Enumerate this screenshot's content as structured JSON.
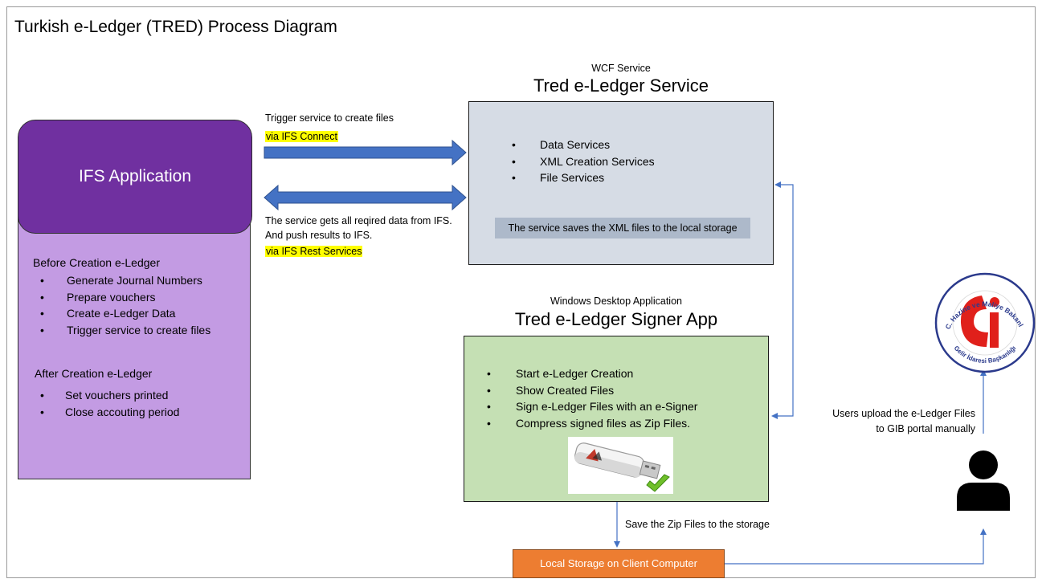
{
  "title": "Turkish e-Ledger (TRED) Process Diagram",
  "ifs": {
    "header": "IFS Application",
    "before_label": "Before Creation e-Ledger",
    "before_items": [
      "Generate Journal Numbers",
      "Prepare vouchers",
      "Create e-Ledger Data",
      "Trigger service to create files"
    ],
    "after_label": "After Creation e-Ledger",
    "after_items": [
      "Set vouchers printed",
      "Close accouting period"
    ]
  },
  "arrows": {
    "trigger_text": "Trigger service to create files",
    "trigger_via": "via IFS Connect",
    "data_text_1": "The service gets all reqired data from IFS.",
    "data_text_2": "And push results to IFS.",
    "data_via": "via IFS Rest Services",
    "save_zip": "Save the  Zip Files to the storage",
    "upload_1": "Users upload the e-Ledger Files",
    "upload_2": "to GIB portal manually"
  },
  "service": {
    "caption": "WCF Service",
    "title": "Tred e-Ledger Service",
    "items": [
      "Data Services",
      "XML Creation Services",
      "File Services"
    ],
    "note": "The service saves the XML files to the local storage"
  },
  "signer": {
    "caption": "Windows Desktop Application",
    "title": "Tred e-Ledger Signer App",
    "items": [
      "Start e-Ledger Creation",
      "Show Created Files",
      "Sign e-Ledger Files with an e-Signer",
      "Compress signed files as Zip Files."
    ]
  },
  "storage_label": "Local Storage on Client Computer",
  "gib_logo": {
    "top_text": "T.C. Hazine ve Maliye Bakanlığı",
    "bottom_text": "Gelir İdaresi Başkanlığı"
  },
  "colors": {
    "ifs_header": "#7030a0",
    "ifs_body": "#c39be3",
    "service_box": "#d6dce5",
    "service_note": "#adb9ca",
    "signer_box": "#c5e0b4",
    "storage": "#ed7d31",
    "arrow": "#4472c4",
    "highlight": "#ffff00"
  },
  "icons": [
    "usb-token-icon",
    "user-icon",
    "gib-logo-icon"
  ]
}
